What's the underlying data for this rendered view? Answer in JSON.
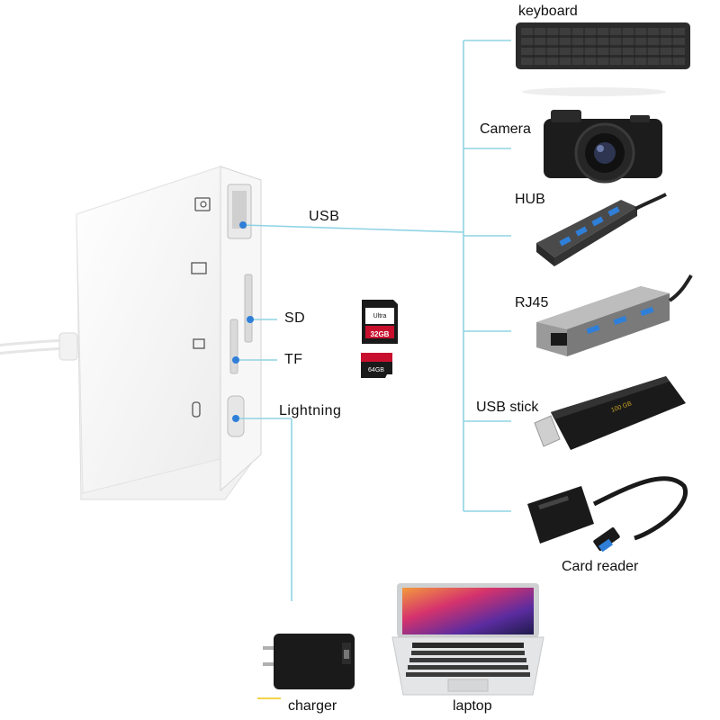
{
  "ports": {
    "usb": "USB",
    "sd": "SD",
    "tf": "TF",
    "lightning": "Lightning"
  },
  "devices": {
    "keyboard": "keyboard",
    "camera": "Camera",
    "hub": "HUB",
    "rj45": "RJ45",
    "usb_stick": "USB stick",
    "card_reader": "Card reader",
    "charger": "charger",
    "laptop": "laptop"
  },
  "cards": {
    "sd_card": {
      "capacity": "32",
      "unit": "GB",
      "brand": "Ultra"
    },
    "tf_card": {
      "capacity": "64",
      "unit": "GB"
    }
  },
  "usb_stick_text": "100 GB",
  "colors": {
    "connector_line": "#8fd3e3",
    "adapter_body": "#fafafa",
    "adapter_edge": "#d9d9d9",
    "device_dark": "#2a2a2a",
    "usb_blue": "#2f7fd8"
  }
}
